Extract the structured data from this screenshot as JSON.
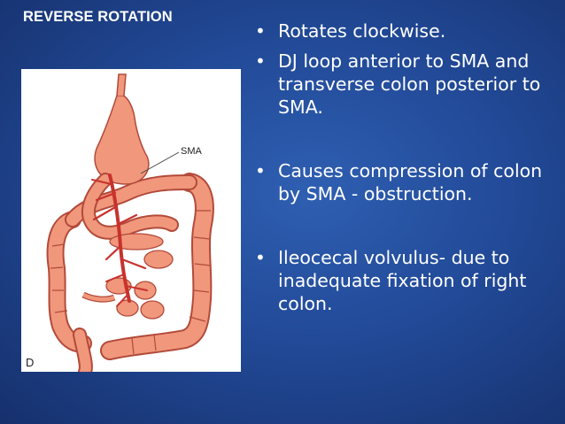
{
  "slide": {
    "title": "REVERSE ROTATION",
    "figure": {
      "sma_label": "SMA",
      "panel_letter": "D",
      "accent_colors": {
        "bowel": "#f0977c",
        "bowel_outline": "#b34a3a",
        "vessel": "#c8322c"
      }
    },
    "bullets": [
      {
        "text": "Rotates clockwise."
      },
      {
        "text": "DJ loop anterior to SMA and transverse colon posterior to SMA."
      },
      {
        "text": "Causes compression of colon by SMA - obstruction."
      },
      {
        "text": "Ileocecal volvulus- due to inadequate fixation of right colon."
      }
    ]
  }
}
